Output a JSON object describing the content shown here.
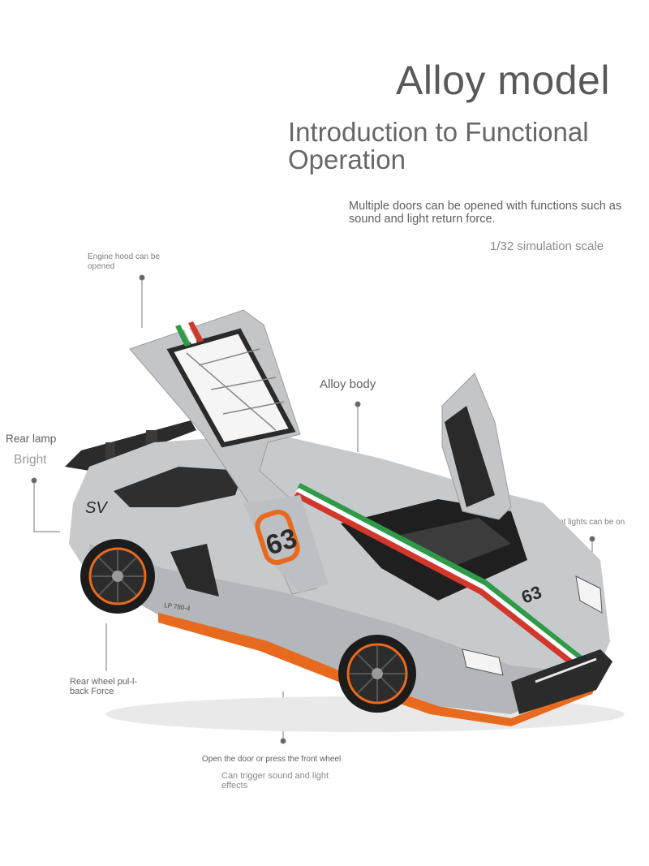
{
  "header": {
    "title": "Alloy model",
    "subtitle": "Introduction to Functional Operation",
    "description": "Multiple doors can be opened with functions such as sound and light return force.",
    "scale": "1/32 simulation scale"
  },
  "callouts": {
    "engine_hood": "Engine hood can be opened",
    "alloy_body": "Alloy body",
    "rear_lamp": "Rear lamp",
    "rear_lamp_sub": "Bright",
    "front_lights": "Front lights can be on",
    "rear_wheel": "Rear wheel pul-l-back Force",
    "door_press": "Open the door or press the front wheel",
    "sound_light": "Can trigger sound and light effects"
  },
  "car": {
    "body_color": "#c7cacd",
    "accent_color": "#e86a1e",
    "stripe_green": "#2f9a48",
    "stripe_red": "#d2372c",
    "badge": "63",
    "side_text": "LP 780-4",
    "rear_mark": "SV"
  }
}
